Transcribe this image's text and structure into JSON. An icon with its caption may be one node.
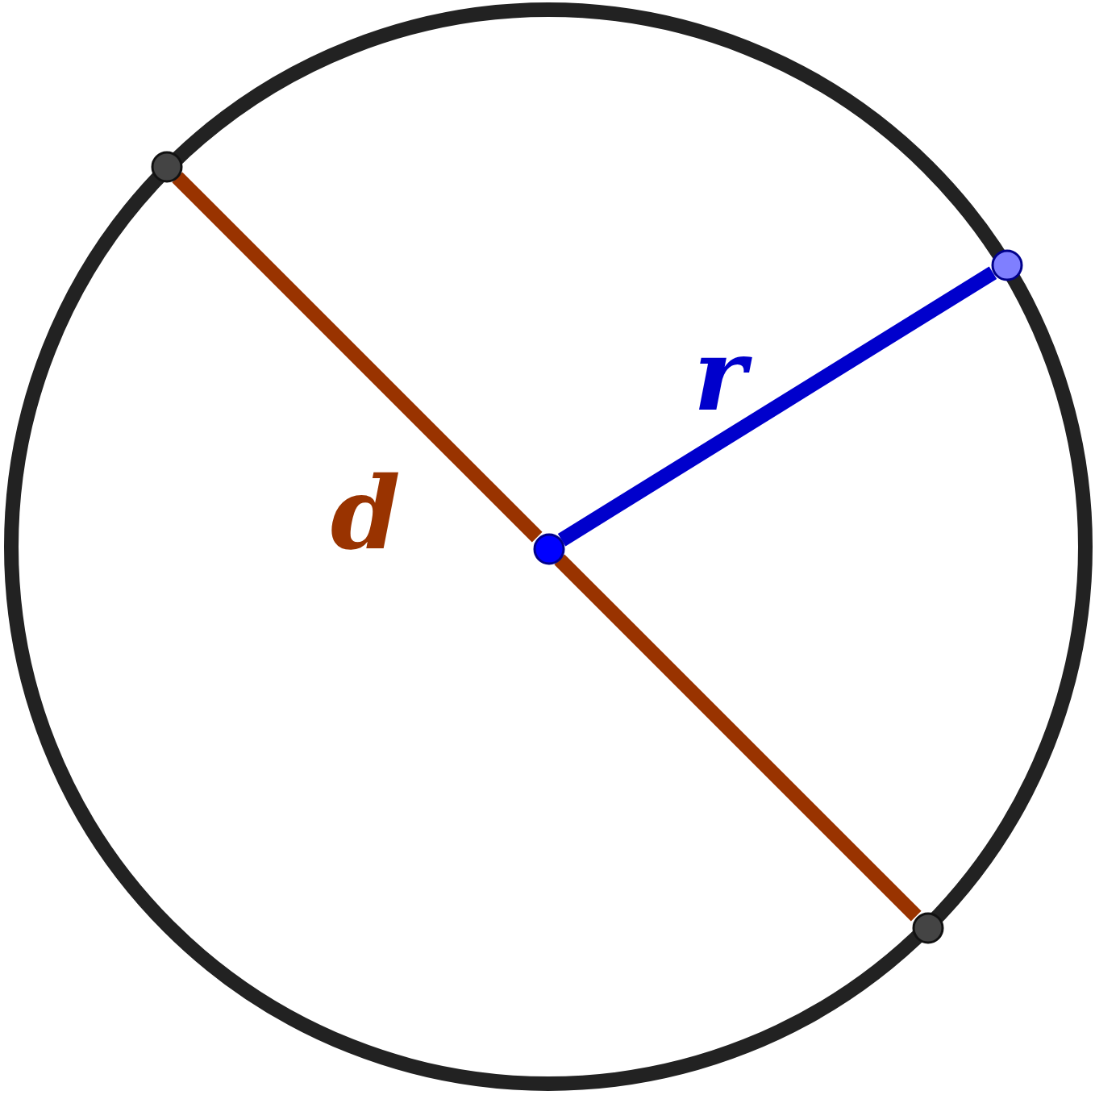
{
  "diagram": {
    "nodes": [
      {
        "text": [],
        "shape": "circle"
      },
      {
        "text": [],
        "shape": "circle"
      },
      {
        "text": [],
        "shape": "circle"
      },
      {
        "text": [],
        "shape": "circle",
        "in": 0
      },
      {
        "text": [],
        "shape": "circle"
      }
    ],
    "edges": [
      {
        "from": 1,
        "to": 3,
        "arrow": "none",
        "label": "d",
        "color": "#993300"
      },
      {
        "from": 3,
        "to": 4,
        "arrow": "none",
        "color": "#993300"
      },
      {
        "from": 3,
        "to": 2,
        "arrow": "none",
        "label": "r",
        "color": "#0000cc"
      }
    ]
  }
}
